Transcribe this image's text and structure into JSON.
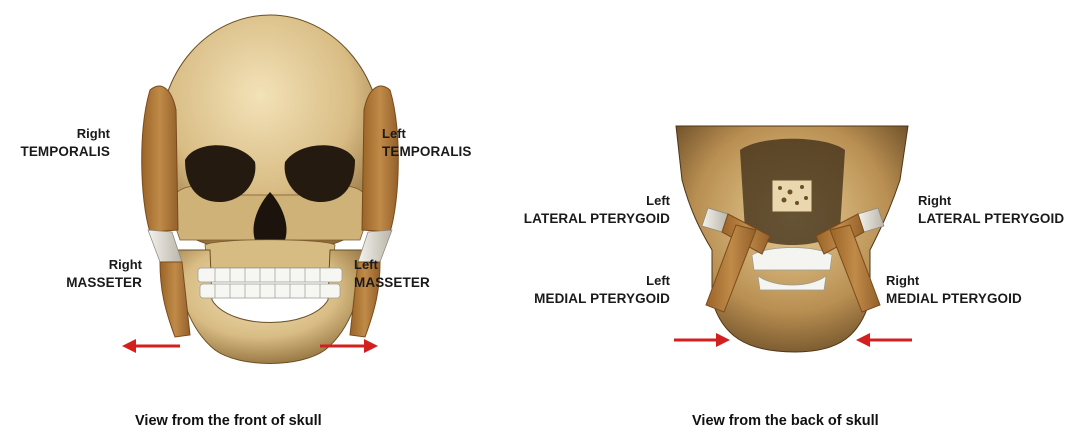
{
  "front": {
    "right_temporalis": {
      "side": "Right",
      "muscle": "TEMPORALIS"
    },
    "left_temporalis": {
      "side": "Left",
      "muscle": "TEMPORALIS"
    },
    "right_masseter": {
      "side": "Right",
      "muscle": "MASSETER"
    },
    "left_masseter": {
      "side": "Left",
      "muscle": "MASSETER"
    },
    "caption": "View from the front of skull"
  },
  "back": {
    "left_lateral_pterygoid": {
      "side": "Left",
      "muscle": "LATERAL PTERYGOID"
    },
    "right_lateral_pterygoid": {
      "side": "Right",
      "muscle": "LATERAL PTERYGOID"
    },
    "left_medial_pterygoid": {
      "side": "Left",
      "muscle": "MEDIAL PTERYGOID"
    },
    "right_medial_pterygoid": {
      "side": "Right",
      "muscle": "MEDIAL PTERYGOID"
    },
    "caption": "View from the back of skull"
  },
  "colors": {
    "bone": "#dcc18a",
    "bone_shadow": "#8a6a35",
    "muscle": "#b07a3a",
    "tendon": "#e8e6e0",
    "teeth": "#f4f4f0",
    "arrow": "#d41f1f"
  }
}
